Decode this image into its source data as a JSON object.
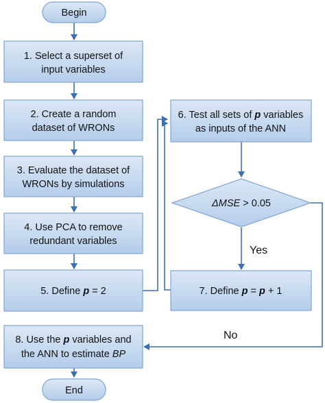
{
  "flowchart": {
    "begin": "Begin",
    "end": "End",
    "step1": {
      "line1": "1. Select a superset of",
      "line2": "input variables"
    },
    "step2": {
      "line1": "2. Create a random",
      "line2": "dataset of WRONs"
    },
    "step3": {
      "line1": "3. Evaluate the dataset of",
      "line2": "WRONs by simulations"
    },
    "step4": {
      "line1": "4. Use PCA to remove",
      "line2": "redundant variables"
    },
    "step5": {
      "prefix": "5. Define ",
      "var": "p",
      "suffix": " = 2"
    },
    "step6": {
      "line1_prefix": "6. Test all sets of ",
      "line1_var": "p",
      "line1_suffix": " variables",
      "line2": "as inputs of the ANN"
    },
    "decision": {
      "prefix": "Δ",
      "metric": "MSE",
      "suffix": " > 0.05"
    },
    "step7": {
      "prefix": "7. Define ",
      "var1": "p",
      "mid": " = ",
      "var2": "p",
      "suffix": " + 1"
    },
    "step8": {
      "line1_prefix": "8. Use the ",
      "line1_var": "p",
      "line1_suffix": " variables and",
      "line2_prefix": "the ANN to estimate ",
      "line2_var": "BP"
    },
    "yes_label": "Yes",
    "no_label": "No"
  },
  "colors": {
    "box_fill_top": "#dce8f6",
    "box_fill_bottom": "#b4cdea",
    "box_stroke": "#7fa3cf",
    "arrow": "#3a6fb0"
  }
}
